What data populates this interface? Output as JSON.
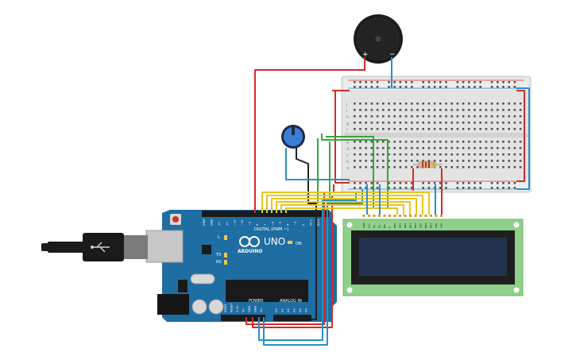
{
  "arduino": {
    "brand": "ARDUINO",
    "model": "UNO",
    "digital_label": "DIGITAL (PWM ~)",
    "power_label": "POWER",
    "analog_label": "ANALOG IN",
    "led_labels": [
      "L",
      "TX",
      "RX"
    ],
    "on_label": "ON",
    "digital_pins": [
      "AREF",
      "GND",
      "13",
      "12",
      "~11",
      "~10",
      "~9",
      "8",
      "7",
      "~6",
      "~5",
      "4",
      "~3",
      "2",
      "TX 1",
      "RX 0"
    ],
    "power_pins": [
      "IOREF",
      "RESET",
      "3.3V",
      "5V",
      "GND",
      "GND",
      "Vin"
    ],
    "analog_pins": [
      "A0",
      "A1",
      "A2",
      "A3",
      "A4",
      "A5"
    ]
  },
  "buzzer": {
    "plus": "+",
    "minus": "−"
  },
  "breadboard": {
    "rows_top": [
      "j",
      "i",
      "h",
      "g",
      "f"
    ],
    "rows_bottom": [
      "e",
      "d",
      "c",
      "b",
      "a"
    ]
  },
  "lcd": {
    "pins": [
      "GND",
      "VCC",
      "V0",
      "RS",
      "RW",
      "E",
      "DB0",
      "DB1",
      "DB2",
      "DB3",
      "DB4",
      "DB5",
      "DB6",
      "DB7",
      "LED",
      "LED"
    ]
  },
  "colors": {
    "red_wire": "#d42a2a",
    "blue_wire": "#2591c9",
    "green_wire": "#35a83a",
    "yellow_wire": "#e8c61a",
    "black_wire": "#222222",
    "arduino_board": "#1e6ea3",
    "lcd_board": "#8fd08a",
    "lcd_screen": "#23334f",
    "breadboard": "#e3e3e3"
  }
}
